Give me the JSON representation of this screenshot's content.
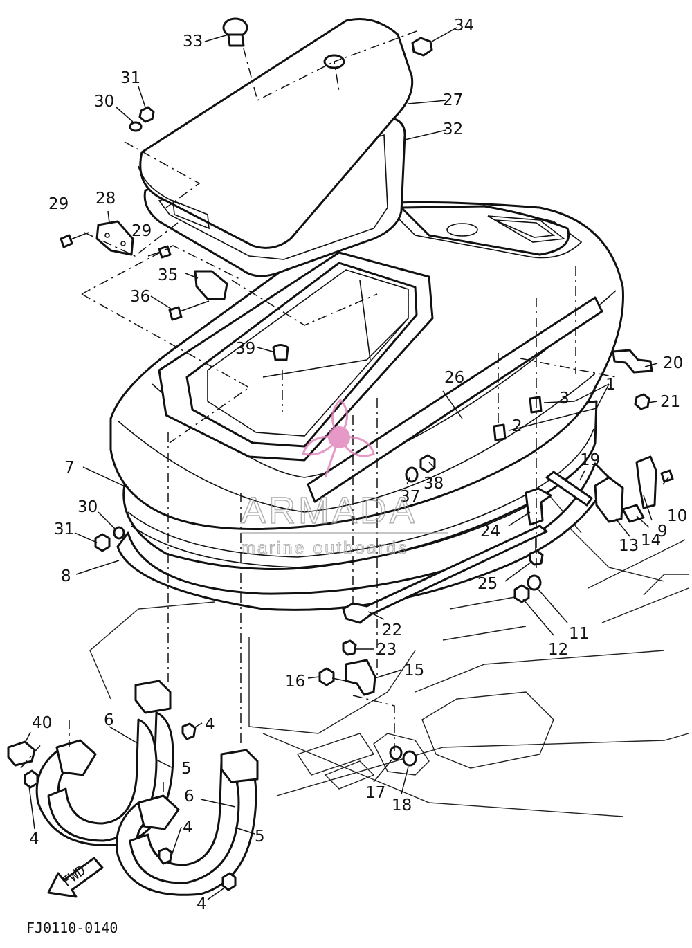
{
  "diagram": {
    "drawing_code": "FJ0110-0140",
    "direction_label": "FWD",
    "callouts": [
      "1",
      "2",
      "3",
      "4",
      "5",
      "6",
      "7",
      "8",
      "9",
      "10",
      "11",
      "12",
      "13",
      "14",
      "15",
      "16",
      "17",
      "18",
      "19",
      "20",
      "21",
      "22",
      "23",
      "24",
      "25",
      "26",
      "27",
      "28",
      "29",
      "30",
      "31",
      "32",
      "33",
      "34",
      "35",
      "36",
      "37",
      "38",
      "39",
      "40"
    ]
  },
  "watermark": {
    "brand": "ARMADA",
    "tagline": "marine outboards",
    "logo_color": "#e17fb8"
  }
}
